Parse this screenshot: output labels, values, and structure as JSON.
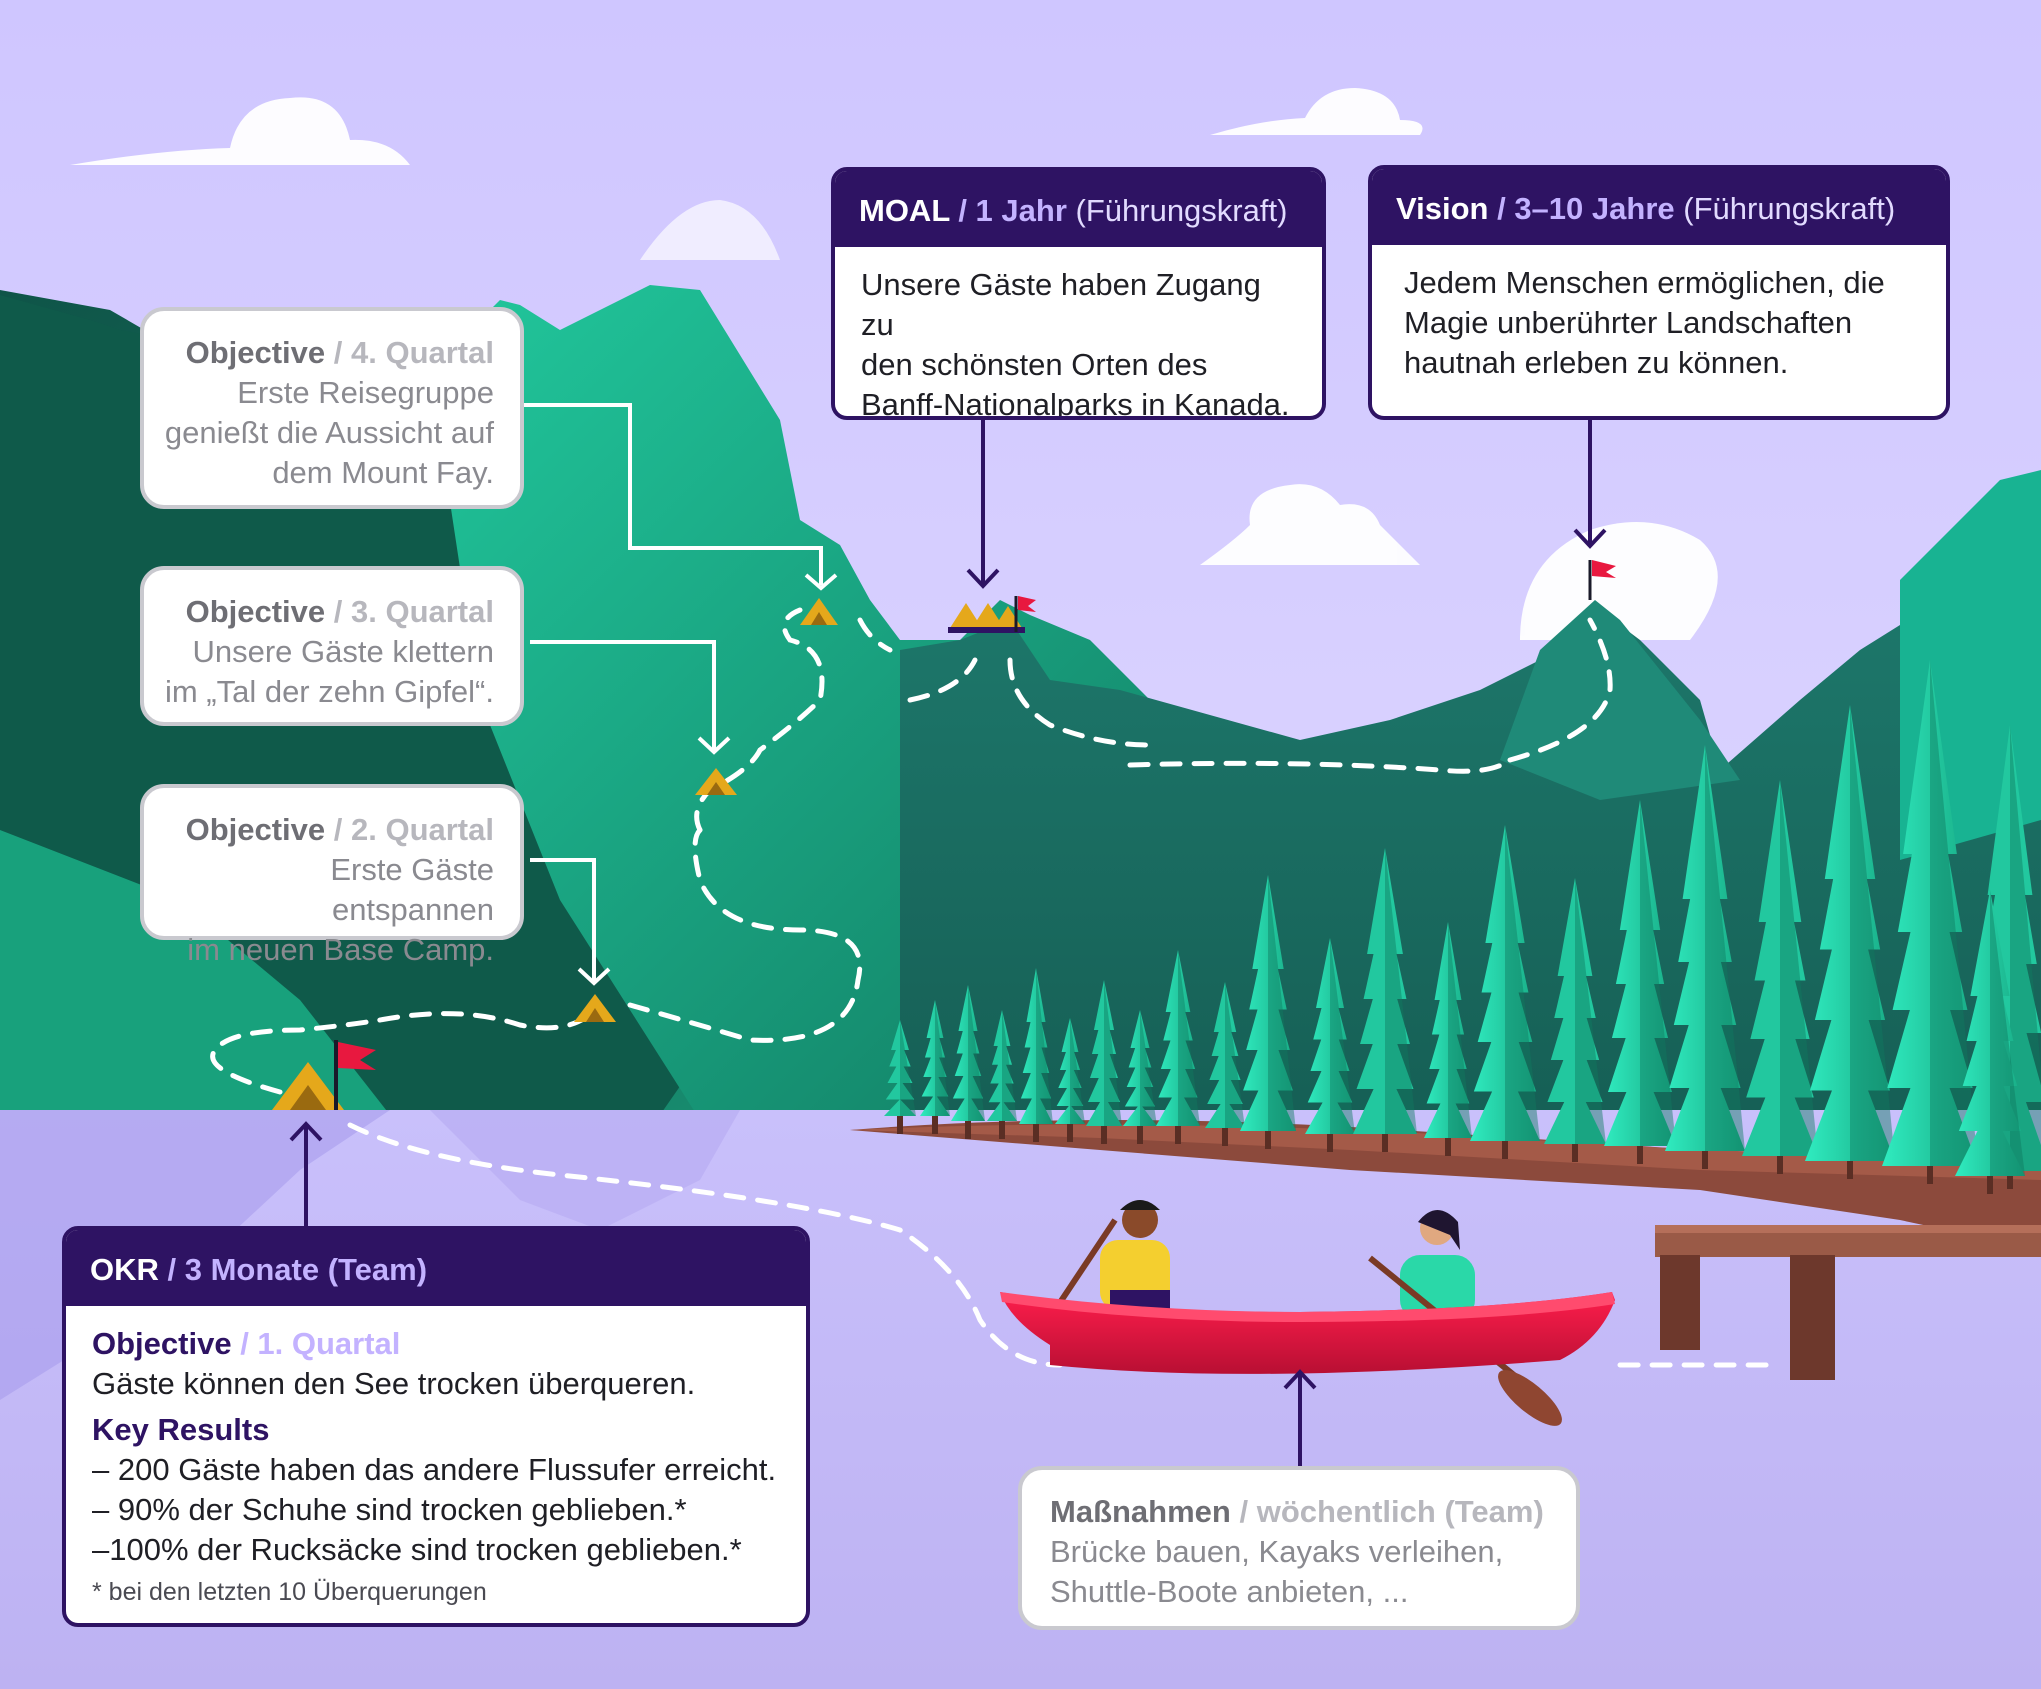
{
  "colors": {
    "sky": "#d3ccff",
    "lake": "#c1b8f4",
    "card_dark": "#2e1363",
    "muted_purple": "#c3b2ff",
    "mountain": "#1aa17d",
    "tree": "#2de2b5",
    "canoe": "#d8163f",
    "flag": "#e8183f",
    "tent": "#e5a81b"
  },
  "okr": {
    "title": "OKR",
    "sep": "/ 3 Monate (Team)",
    "objective_label": "Objective",
    "objective_quarter": "/ 1. Quartal",
    "objective_text": "Gäste können den See trocken überqueren.",
    "kr_label": "Key Results",
    "key_results": [
      "– 200 Gäste haben das andere Flussufer erreicht.",
      "– 90% der Schuhe sind trocken geblieben.*",
      "–100% der Rucksäcke sind trocken geblieben.*"
    ],
    "note": "* bei den letzten 10 Überquerungen"
  },
  "moal": {
    "title": "MOAL",
    "sep": "/ 1 Jahr",
    "role": "(Führungskraft)",
    "lines": [
      "Unsere Gäste haben Zugang zu",
      "den schönsten Orten des",
      "Banff-Nationalparks in Kanada."
    ]
  },
  "vision": {
    "title": "Vision",
    "sep": "/ 3–10 Jahre",
    "role": "(Führungskraft)",
    "lines": [
      "Jedem Menschen ermöglichen, die",
      "Magie unberührter Landschaften",
      "hautnah erleben zu können."
    ]
  },
  "obj4": {
    "label": "Objective",
    "quarter": "/ 4. Quartal",
    "lines": [
      "Erste Reisegruppe",
      "genießt die Aussicht auf",
      "dem Mount Fay."
    ]
  },
  "obj3": {
    "label": "Objective",
    "quarter": "/ 3. Quartal",
    "lines": [
      "Unsere Gäste klettern",
      "im „Tal der zehn Gipfel“."
    ]
  },
  "obj2": {
    "label": "Objective",
    "quarter": "/ 2. Quartal",
    "lines": [
      "Erste Gäste entspannen",
      "im neuen Base Camp."
    ]
  },
  "actions": {
    "label": "Maßnahmen",
    "sep": "/ wöchentlich (Team)",
    "lines": [
      "Brücke bauen, Kayaks verleihen,",
      "Shuttle-Boote anbieten, ..."
    ]
  }
}
